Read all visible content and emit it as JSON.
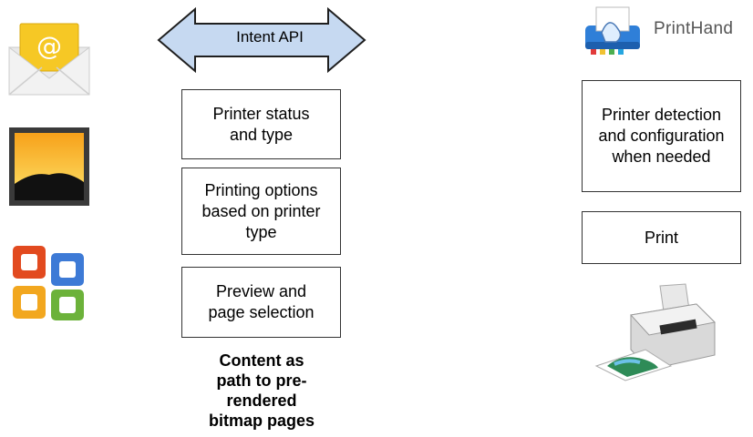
{
  "arrow": {
    "label": "Intent API"
  },
  "left_column": {
    "boxes": [
      {
        "text": "Printer status\nand type"
      },
      {
        "text": "Printing options\nbased on printer\ntype"
      },
      {
        "text": "Preview and\npage selection"
      }
    ],
    "note": "Content as\npath to pre-\nrendered\nbitmap pages"
  },
  "right_column": {
    "app_name": "PrintHand",
    "boxes": [
      {
        "text": "Printer detection\nand configuration\nwhen needed"
      },
      {
        "text": "Print"
      }
    ]
  },
  "icons": {
    "email": "email-envelope-icon",
    "photo": "photo-gallery-icon",
    "office": "office-suite-icon",
    "printhand": "printhand-app-icon",
    "printer": "inkjet-printer-icon"
  },
  "colors": {
    "arrow_fill": "#c6d9f1",
    "arrow_stroke": "#1f1f1f",
    "box_border": "#333333"
  }
}
